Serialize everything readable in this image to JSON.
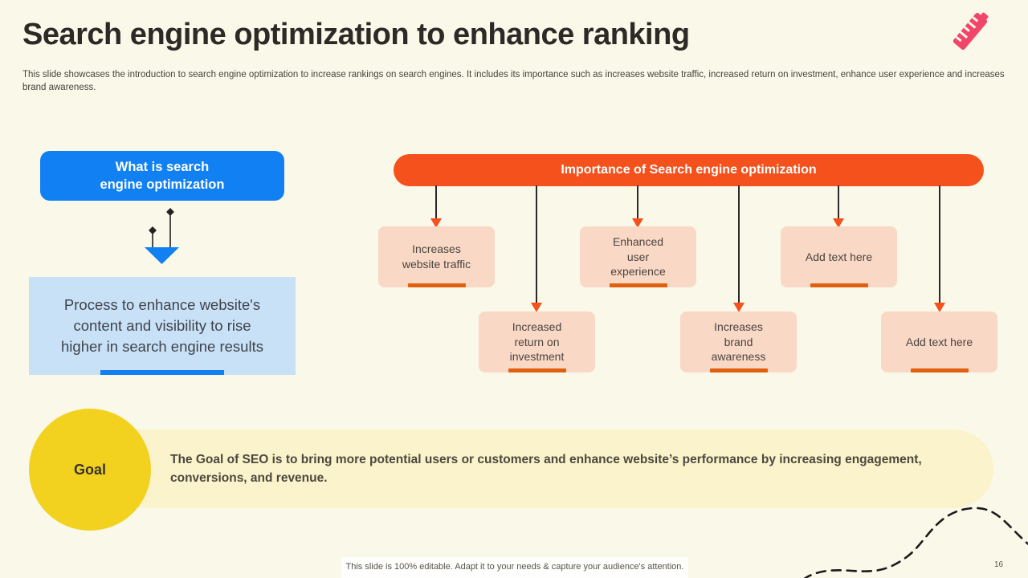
{
  "slide": {
    "title": "Search engine optimization to enhance ranking",
    "subtitle": "This slide showcases the introduction to search engine optimization to increase rankings on search engines. It includes its importance such as increases website traffic, increased return on investment, enhance user experience and increases brand awareness.",
    "footer_note": "This slide is 100% editable.  Adapt it to your needs & capture your audience's attention.",
    "page_number": "16"
  },
  "what_section": {
    "header": "What is search\nengine optimization",
    "definition": "Process to enhance website's\ncontent and visibility to rise\nhigher in search engine results"
  },
  "importance": {
    "header": "Importance of Search engine optimization",
    "items": [
      {
        "label": "Increases\nwebsite traffic"
      },
      {
        "label": "Increased\nreturn on\ninvestment"
      },
      {
        "label": "Enhanced\nuser\nexperience"
      },
      {
        "label": "Increases\nbrand\nawareness"
      },
      {
        "label": "Add text here"
      },
      {
        "label": "Add text here"
      }
    ]
  },
  "goal": {
    "badge": "Goal",
    "text": "The Goal of SEO is to bring more potential users or customers and enhance website’s performance by increasing engagement, conversions, and revenue."
  },
  "icons": {
    "ruler": "ruler-icon",
    "down_arrow": "down-arrow-icon",
    "dashed_wave": "dashed-wave-decoration"
  },
  "colors": {
    "bg": "#faf8e9",
    "text-title": "#2b2a26",
    "text-body": "#45443e",
    "blue": "#1180f2",
    "light-blue": "#c9e1f7",
    "orange": "#f4511c",
    "orange-dark": "#e0600f",
    "peach": "#fad8c6",
    "yellow": "#f2d21f",
    "light-yellow": "#fbf3cb",
    "pink": "#f1466a",
    "text-def": "#3e434b",
    "text-box": "#4a443e",
    "text-goal": "#4c483d"
  }
}
